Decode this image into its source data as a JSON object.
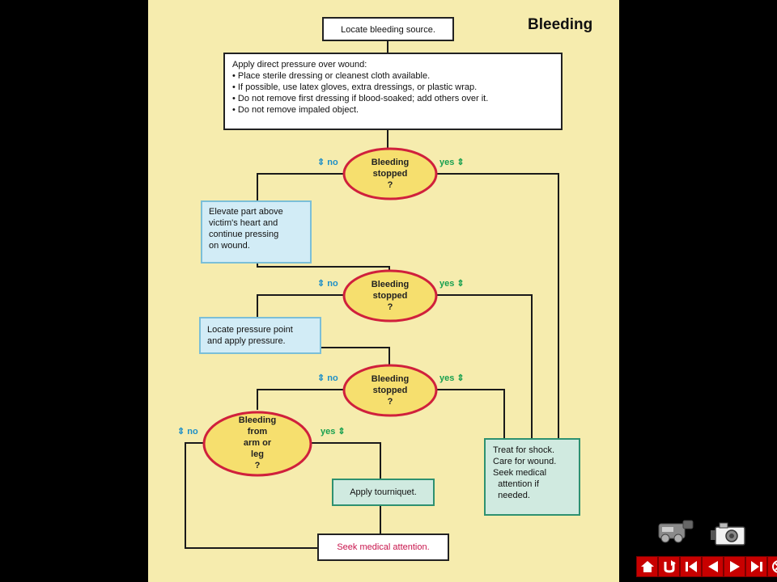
{
  "diagram": {
    "title": "Bleeding",
    "start_box": "Locate bleeding source.",
    "pressure_box": {
      "heading": "Apply direct pressure over wound:",
      "bullets": [
        "• Place sterile dressing or cleanest cloth available.",
        "• If possible, use latex gloves, extra dressings, or plastic wrap.",
        "• Do not remove first dressing if blood-soaked; add others over it.",
        "• Do not remove impaled object."
      ]
    },
    "decision1": [
      "Bleeding",
      "stopped",
      "?"
    ],
    "decision2": [
      "Bleeding",
      "stopped",
      "?"
    ],
    "decision3": [
      "Bleeding",
      "stopped",
      "?"
    ],
    "decision4": [
      "Bleeding",
      "from",
      "arm or",
      "leg",
      "?"
    ],
    "elevate_box": [
      "Elevate part above",
      "victim's heart and",
      "continue pressing",
      "on wound."
    ],
    "pressure_point_box": [
      "Locate pressure point",
      "and apply pressure."
    ],
    "tourniquet_box": "Apply tourniquet.",
    "shock_box": [
      "Treat for shock.",
      "Care for wound.",
      "Seek medical",
      "  attention if",
      "  needed."
    ],
    "medical_box": "Seek medical attention.",
    "labels": {
      "no": "no",
      "yes": "yes"
    },
    "colors": {
      "panel_bg": "#f6ecae",
      "oval_fill": "#f6df6e",
      "oval_stroke": "#d0203c",
      "no_color": "#1e8fc7",
      "yes_color": "#18a050",
      "medical_text": "#c8144c",
      "nav_red": "#c80000"
    }
  },
  "media_icons": [
    "video-camera-icon",
    "photo-camera-icon"
  ],
  "nav": [
    "home-icon",
    "return-icon",
    "first-icon",
    "previous-icon",
    "next-icon",
    "last-icon",
    "exit-icon"
  ]
}
